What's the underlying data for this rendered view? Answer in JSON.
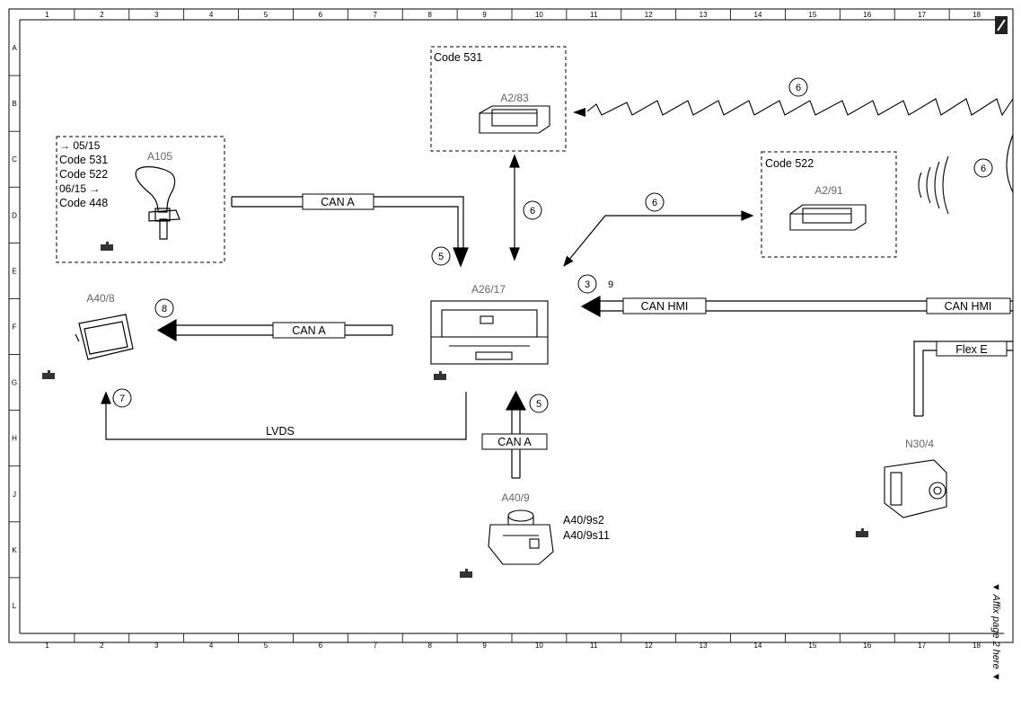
{
  "grid": {
    "columns": [
      "1",
      "2",
      "3",
      "4",
      "5",
      "6",
      "7",
      "8",
      "9",
      "10",
      "11",
      "12",
      "13",
      "14",
      "15",
      "16",
      "17",
      "18"
    ],
    "rows": [
      "A",
      "B",
      "C",
      "D",
      "E",
      "F",
      "G",
      "H",
      "J",
      "K",
      "L"
    ]
  },
  "components": {
    "a105": {
      "id": "A105",
      "notes": [
        "→ 05/15",
        "Code 531",
        "Code 522",
        "06/15 →",
        "Code 448"
      ]
    },
    "a2_83": {
      "id": "A2/83",
      "code": "Code 531"
    },
    "a2_91": {
      "id": "A2/91",
      "code": "Code 522"
    },
    "a26_17": {
      "id": "A26/17"
    },
    "a40_8": {
      "id": "A40/8"
    },
    "a40_9": {
      "id": "A40/9",
      "switches": [
        "A40/9s2",
        "A40/9s11"
      ]
    },
    "n30_4": {
      "id": "N30/4"
    }
  },
  "buses": {
    "can_a": "CAN A",
    "can_hmi": "CAN HMI",
    "flex_e": "Flex E",
    "lvds": "LVDS"
  },
  "callouts": {
    "c3": "3",
    "c5": "5",
    "c6": "6",
    "c7": "7",
    "c8": "8",
    "c9": "9"
  },
  "side_note": "▼ Affix page 2 here ▼"
}
